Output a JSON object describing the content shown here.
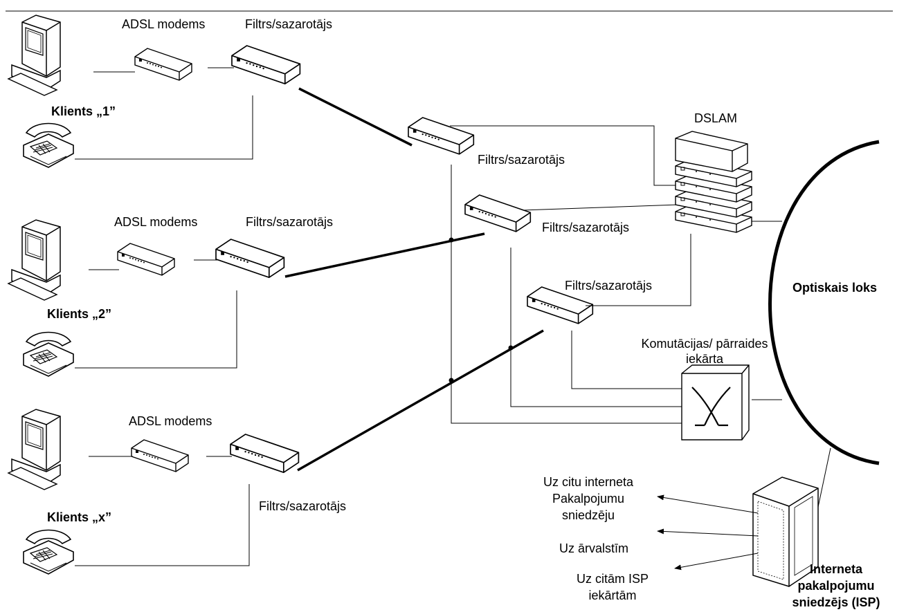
{
  "labels": {
    "adsl_modem": "ADSL modems",
    "splitter": "Filtrs/sazarotājs",
    "dslam": "DSLAM",
    "optical_ring": "Optiskais loks",
    "switch_line1": "Komutācijas/ pārraides",
    "switch_line2": "iekārta",
    "client_1": "Klients „1”",
    "client_2": "Klients „2”",
    "client_x": "Klients „x”",
    "isp_line1": "Interneta",
    "isp_line2": "pakalpojumu",
    "isp_line3": "sniedzējs (ISP)",
    "to_other_isp_line1": "Uz citu interneta",
    "to_other_isp_line2": "Pakalpojumu",
    "to_other_isp_line3": "sniedzēju",
    "to_abroad": "Uz ārvalstīm",
    "to_isp_equipment_line1": "Uz citām ISP",
    "to_isp_equipment_line2": "iekārtām"
  }
}
